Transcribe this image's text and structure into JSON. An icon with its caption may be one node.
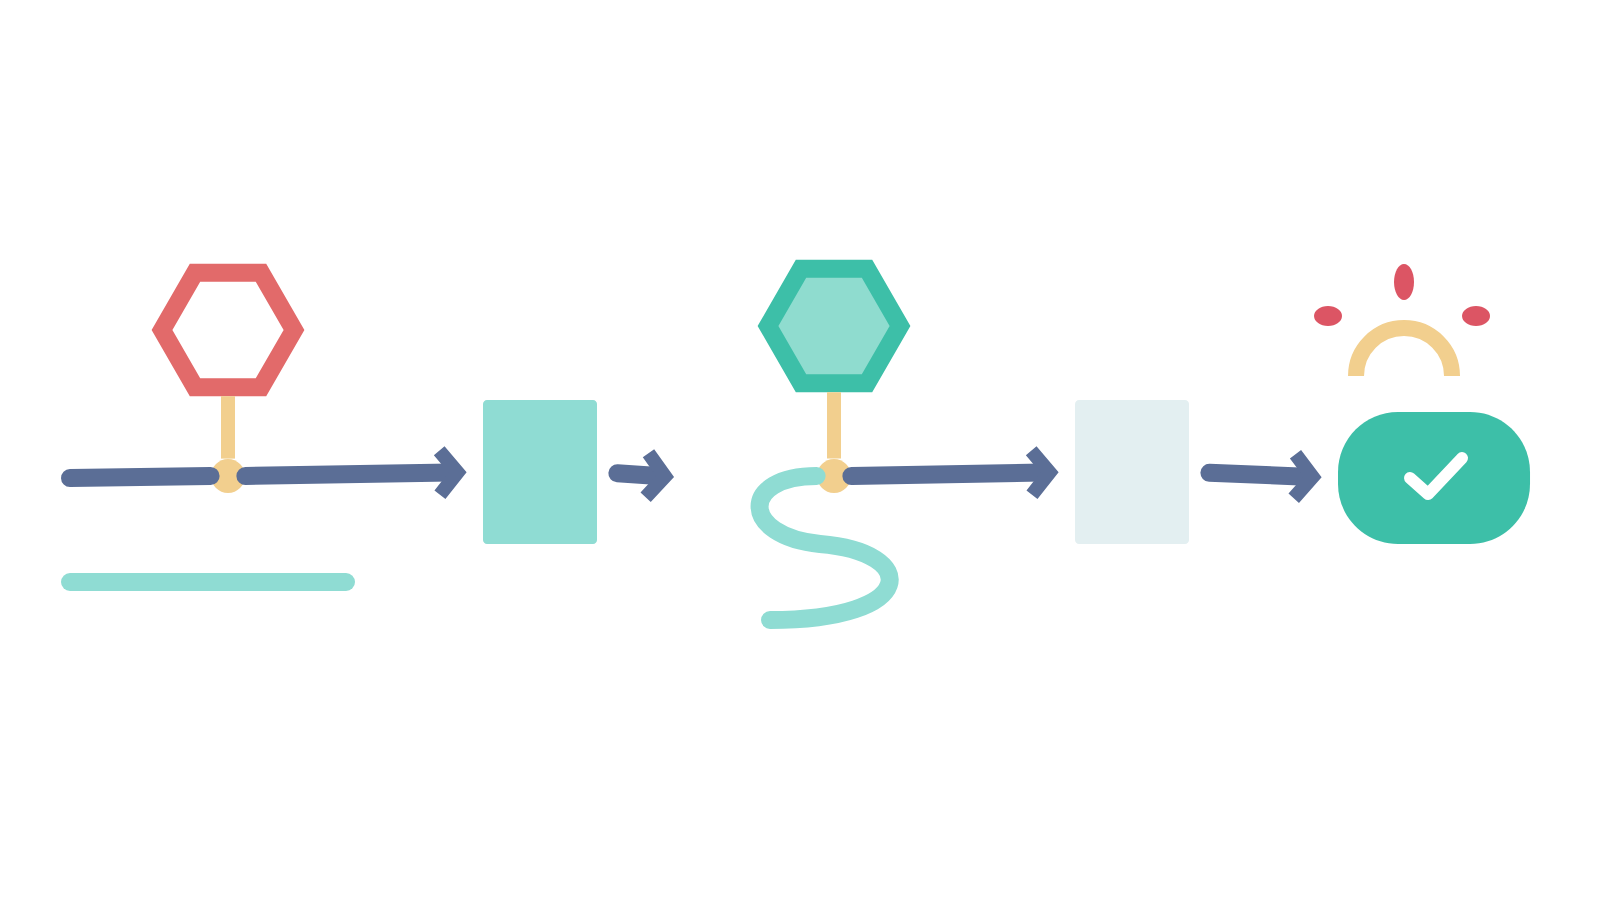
{
  "diagram": {
    "nodes": [
      {
        "text": [],
        "shape": "hexagon"
      },
      {
        "text": [],
        "shape": "circle"
      },
      {
        "text": [],
        "shape": "box"
      },
      {
        "text": [],
        "shape": "hexagon"
      },
      {
        "text": [],
        "shape": "circle"
      },
      {
        "text": [],
        "shape": "box"
      },
      {
        "text": [],
        "shape": "pill"
      }
    ],
    "edges": [
      {
        "from": 0,
        "to": 1,
        "arrow": "none",
        "color": "#f2cf8e"
      },
      {
        "from": null,
        "to": 1,
        "arrow": "none"
      },
      {
        "from": 1,
        "to": 2,
        "arrow": "to"
      },
      {
        "from": 2,
        "to": null,
        "arrow": "to"
      },
      {
        "from": 3,
        "to": 4,
        "arrow": "none",
        "color": "#f2cf8e"
      },
      {
        "from": 4,
        "to": 5,
        "arrow": "to"
      },
      {
        "from": 4,
        "to": null,
        "arrow": "none",
        "color": "#8fdcd3"
      },
      {
        "from": 5,
        "to": 6,
        "arrow": "to"
      }
    ]
  }
}
